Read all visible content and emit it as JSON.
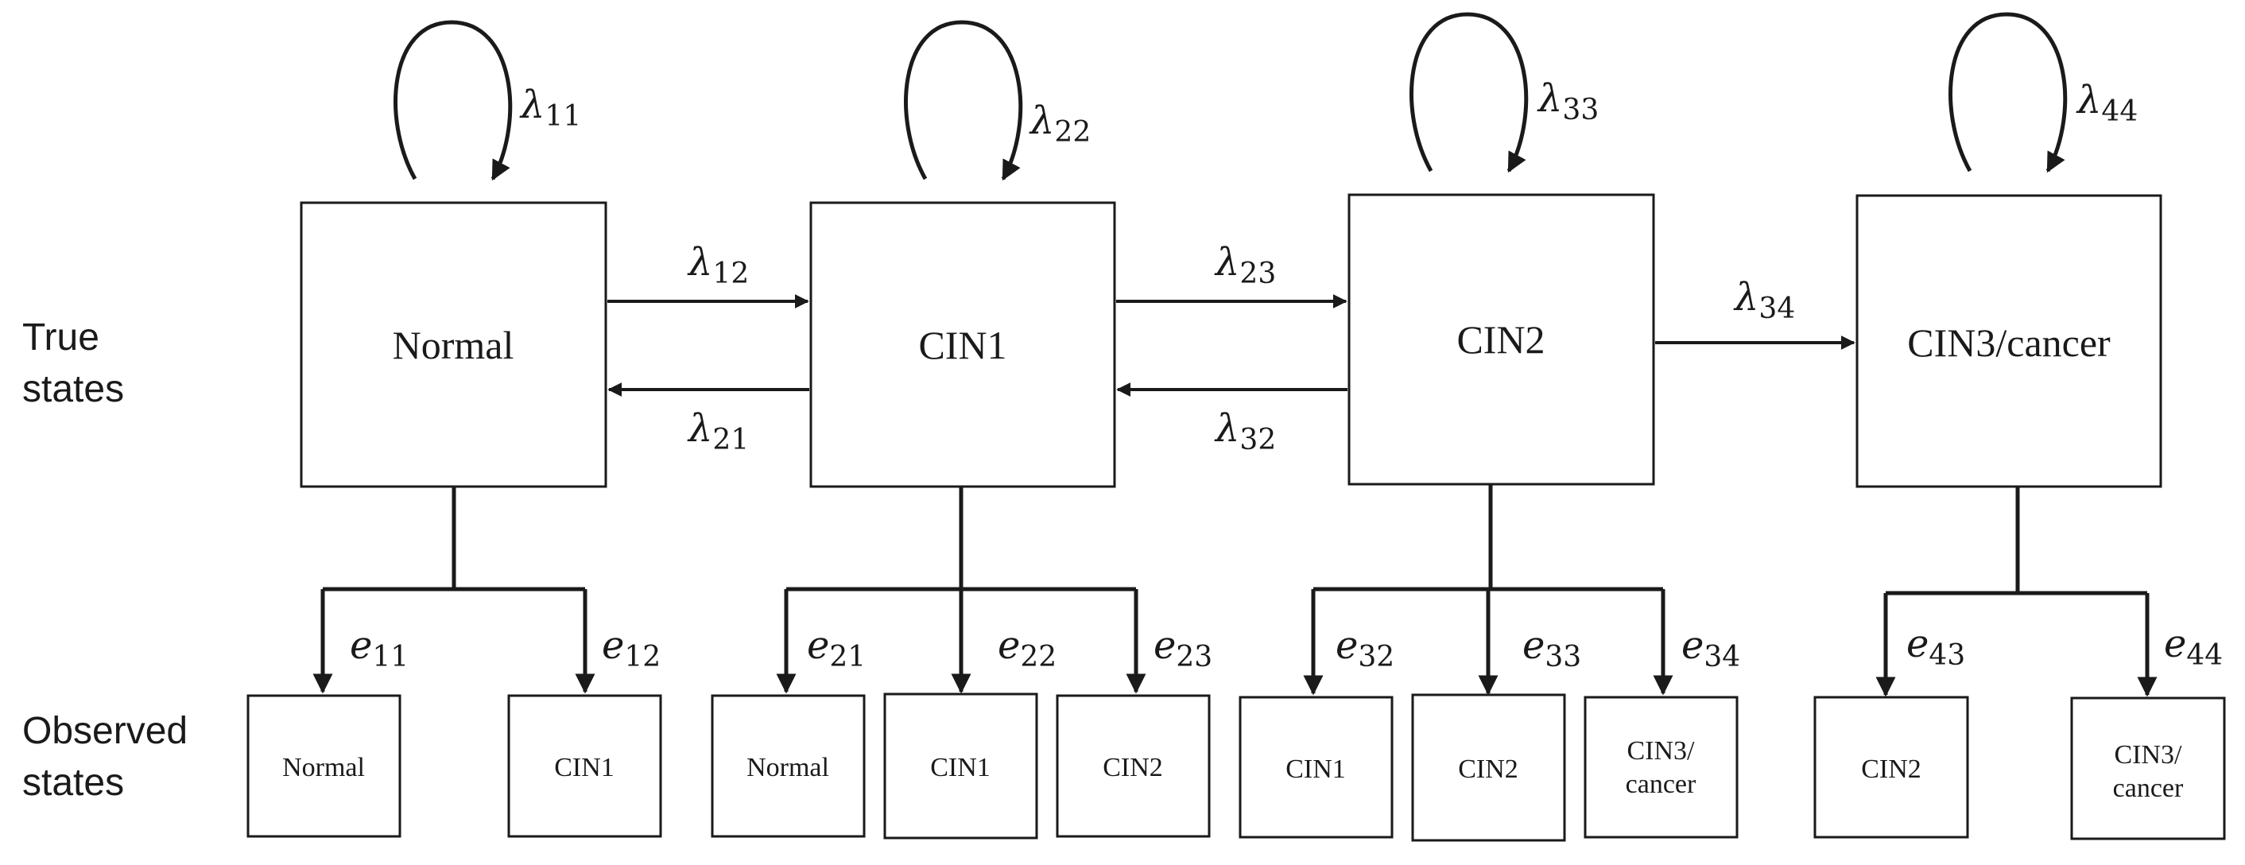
{
  "row_labels": {
    "true_line1": "True",
    "true_line2": "states",
    "observed_line1": "Observed",
    "observed_line2": "states"
  },
  "true_states": [
    "Normal",
    "CIN1",
    "CIN2",
    "CIN3/cancer"
  ],
  "self_transitions": [
    {
      "sym": "λ",
      "sub": "11"
    },
    {
      "sym": "λ",
      "sub": "22"
    },
    {
      "sym": "λ",
      "sub": "33"
    },
    {
      "sym": "λ",
      "sub": "44"
    }
  ],
  "forward_transitions": [
    {
      "sym": "λ",
      "sub": "12"
    },
    {
      "sym": "λ",
      "sub": "23"
    },
    {
      "sym": "λ",
      "sub": "34"
    }
  ],
  "backward_transitions": [
    {
      "sym": "λ",
      "sub": "21"
    },
    {
      "sym": "λ",
      "sub": "32"
    }
  ],
  "observed_groups": [
    {
      "state": "Normal",
      "observed": [
        {
          "label": "Normal",
          "e": {
            "sym": "e",
            "sub": "11"
          }
        },
        {
          "label": "CIN1",
          "e": {
            "sym": "e",
            "sub": "12"
          }
        }
      ]
    },
    {
      "state": "CIN1",
      "observed": [
        {
          "label": "Normal",
          "e": {
            "sym": "e",
            "sub": "21"
          }
        },
        {
          "label": "CIN1",
          "e": {
            "sym": "e",
            "sub": "22"
          }
        },
        {
          "label": "CIN2",
          "e": {
            "sym": "e",
            "sub": "23"
          }
        }
      ]
    },
    {
      "state": "CIN2",
      "observed": [
        {
          "label": "CIN1",
          "e": {
            "sym": "e",
            "sub": "32"
          }
        },
        {
          "label": "CIN2",
          "e": {
            "sym": "e",
            "sub": "33"
          }
        },
        {
          "label": "CIN3/ cancer",
          "e": {
            "sym": "e",
            "sub": "34"
          }
        }
      ]
    },
    {
      "state": "CIN3/cancer",
      "observed": [
        {
          "label": "CIN2",
          "e": {
            "sym": "e",
            "sub": "43"
          }
        },
        {
          "label": "CIN3/ cancer",
          "e": {
            "sym": "e",
            "sub": "44"
          }
        }
      ]
    }
  ],
  "colors": {
    "ink": "#1a1a1a",
    "background": "#ffffff"
  }
}
